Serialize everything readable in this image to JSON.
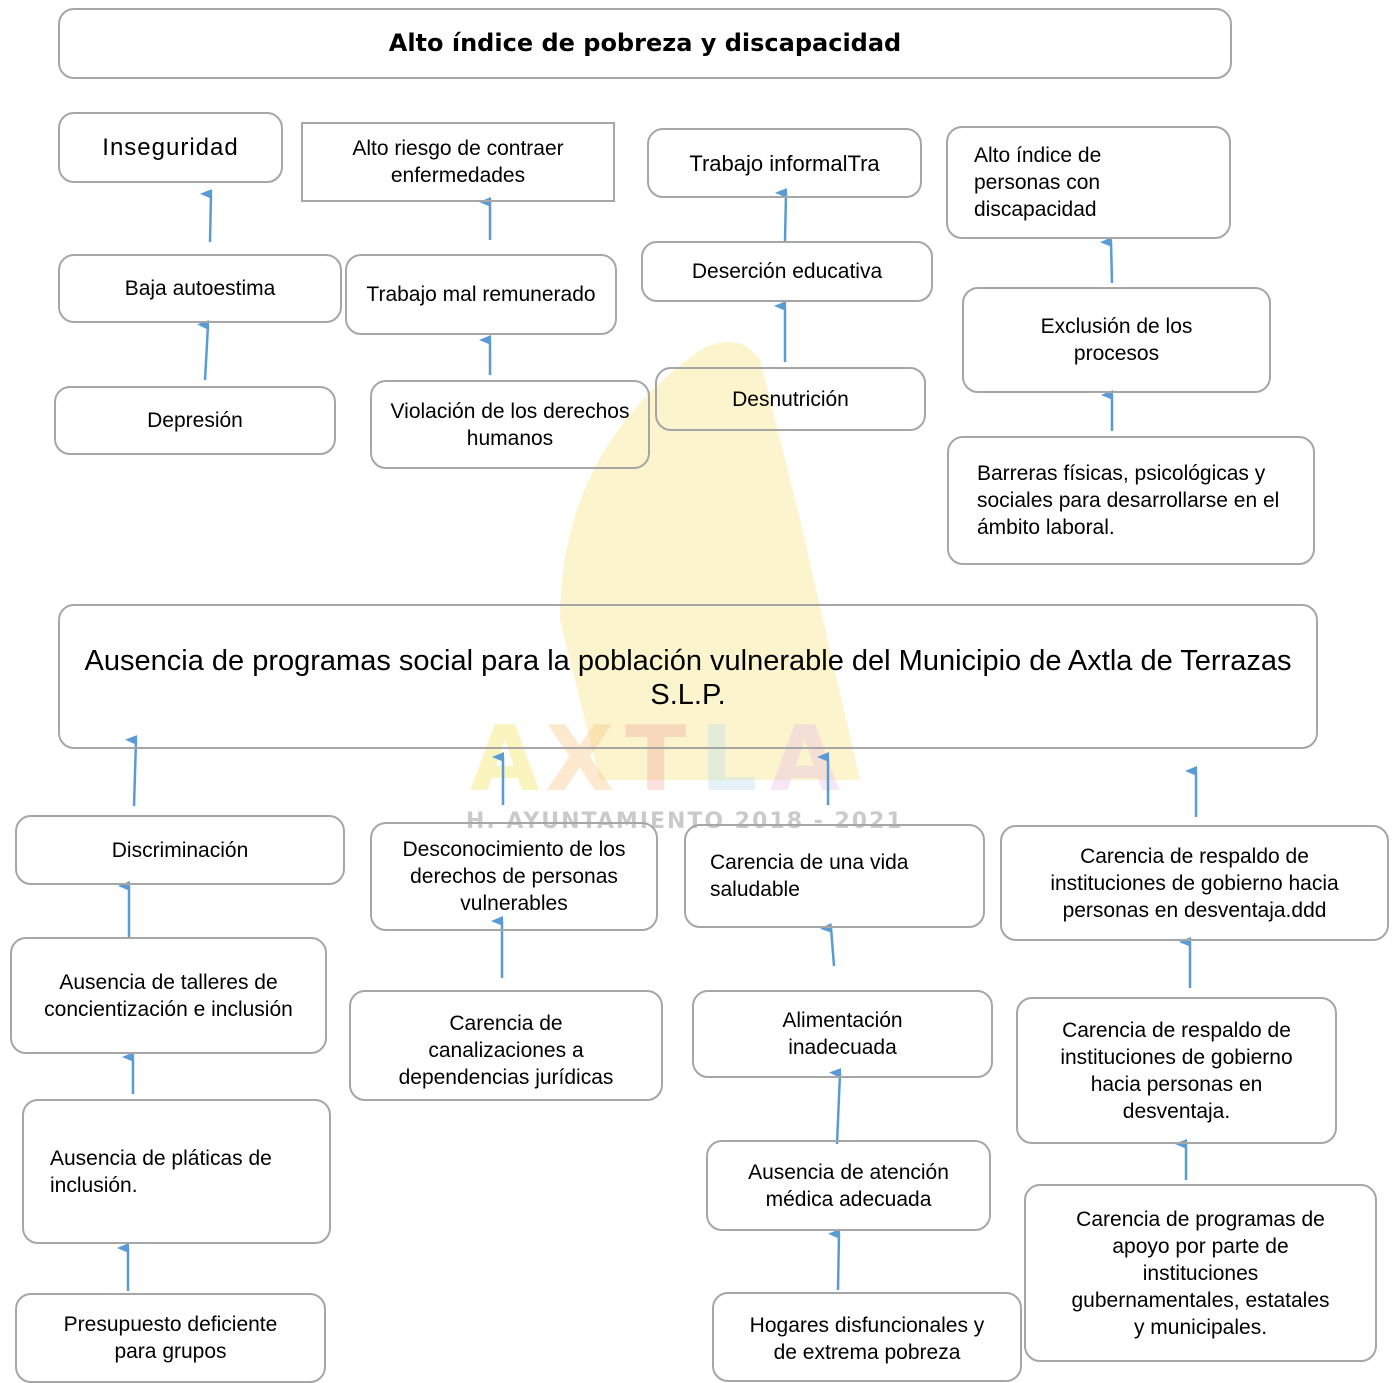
{
  "effects_title": "Alto índice de pobreza y discapacidad",
  "effects": {
    "col1": [
      "Inseguridad",
      "Baja autoestima",
      "Depresión"
    ],
    "col2": [
      "Alto riesgo de contraer enfermedades",
      "Trabajo mal remunerado",
      "Violación de los derechos humanos"
    ],
    "col3": [
      "Trabajo informalTra",
      "Deserción educativa",
      "Desnutrición"
    ],
    "col4": [
      "Alto índice de personas con discapacidad",
      "Exclusión de los procesos",
      "Barreras físicas, psicológicas y sociales para desarrollarse en el ámbito laboral."
    ]
  },
  "central_problem": "Ausencia de programas social para la población vulnerable del Municipio de Axtla de Terrazas S.L.P.",
  "causes": {
    "col1": [
      "Discriminación",
      "Ausencia de talleres de concientización e inclusión",
      "Ausencia de pláticas de inclusión.",
      "Presupuesto deficiente para grupos"
    ],
    "col2": [
      "Desconocimiento de los derechos de personas vulnerables",
      "Carencia de canalizaciones a dependencias jurídicas"
    ],
    "col3": [
      "Carencia de una vida saludable",
      "Alimentación inadecuada",
      "Ausencia de atención médica adecuada",
      "Hogares disfuncionales y de extrema pobreza"
    ],
    "col4": [
      "Carencia de respaldo de instituciones de gobierno hacia personas en desventaja.ddd",
      "Carencia de respaldo de instituciones de gobierno hacia personas en desventaja.",
      "Carencia de programas de apoyo por parte de instituciones gubernamentales, estatales y municipales."
    ]
  },
  "watermark": {
    "word": "AXTLA",
    "subtitle": "H. AYUNTAMIENTO 2018 - 2021",
    "letter_colors": [
      "#f3e24a",
      "#f7c27a",
      "#f5a79a",
      "#b7dff0",
      "#e6b9e6"
    ]
  },
  "colors": {
    "arrow": "#5b9bd5",
    "border": "#a6a6a6"
  }
}
